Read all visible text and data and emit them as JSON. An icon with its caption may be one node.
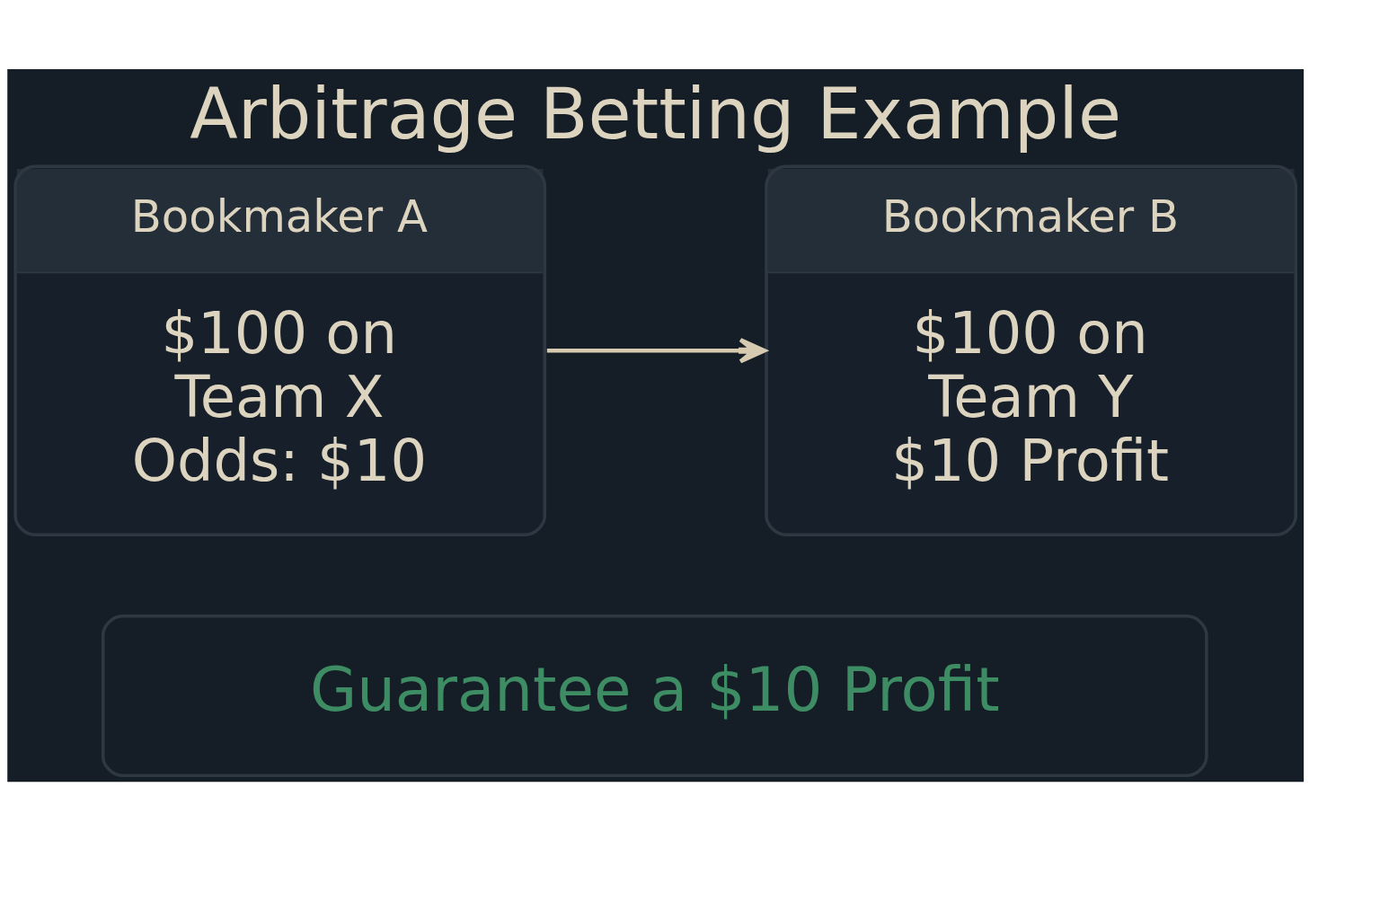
{
  "diagram": {
    "title": "Arbitrage Betting Example",
    "nodes": [
      {
        "text": [
          "Bookmaker A",
          "$100 on Team X Odds: $10"
        ]
      },
      {
        "text": [
          "Bookmaker B",
          "$100 on Team Y $10 Profit"
        ]
      },
      {
        "text": [
          "Guarantee a $10 Profit"
        ]
      }
    ],
    "edges": [
      {
        "from": 0,
        "to": 1,
        "arrow": "to"
      }
    ]
  }
}
